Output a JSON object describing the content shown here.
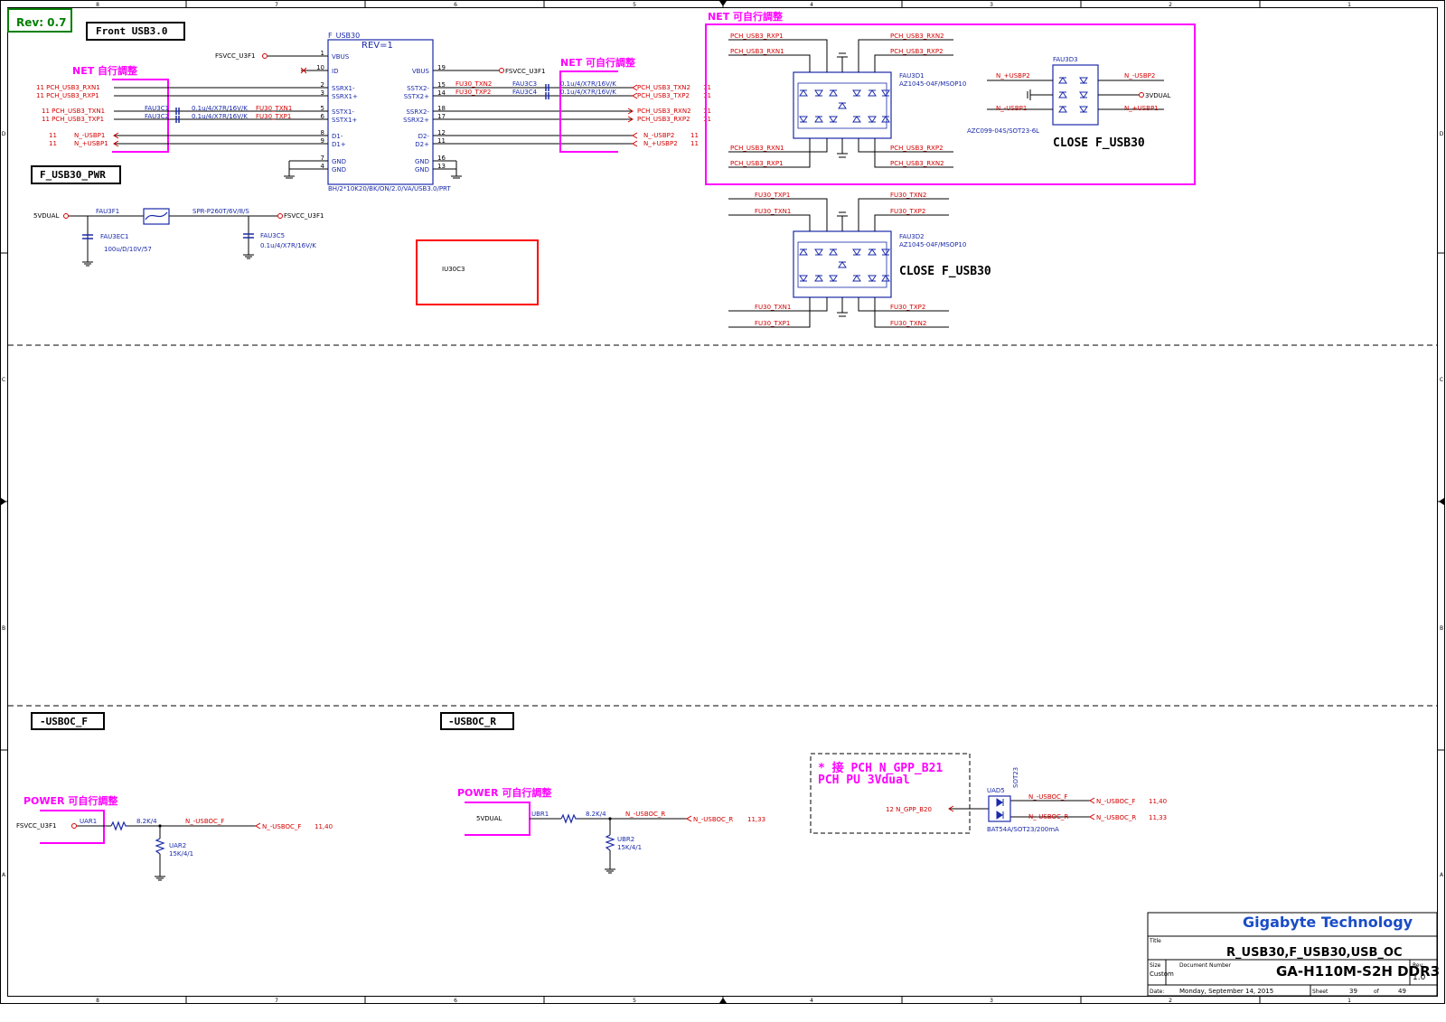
{
  "sheet": {
    "rev": "Rev: 0.7",
    "col_numbers": [
      "8",
      "7",
      "6",
      "5",
      "4",
      "3",
      "2",
      "1"
    ],
    "row_letters": [
      "D",
      "C",
      "B",
      "A"
    ]
  },
  "colors": {
    "net_red": "#d40000",
    "part_blue": "#1a2aa8",
    "magenta": "#ff00ff",
    "black": "#000000",
    "green": "#008000",
    "title_blue": "#1a4cc8"
  },
  "front_usb": {
    "box_title": "Front USB3.0",
    "net_note": "NET 自行調整",
    "conn_ref": "F_USB30",
    "conn_rev": "REV=1",
    "conn_value": "BH/2*10K20/BK/ON/2.0/VA/USB3.0/PRT",
    "vcc_left": "FSVCC_U3F1",
    "vcc_right": "FSVCC_U3F1",
    "left_pins": [
      {
        "num": "1",
        "name": "VBUS"
      },
      {
        "num": "10",
        "name": "ID"
      },
      {
        "num": "2",
        "name": "SSRX1-"
      },
      {
        "num": "3",
        "name": "SSRX1+"
      },
      {
        "num": "5",
        "name": "SSTX1-"
      },
      {
        "num": "6",
        "name": "SSTX1+"
      },
      {
        "num": "8",
        "name": "D1-"
      },
      {
        "num": "9",
        "name": "D1+"
      },
      {
        "num": "7",
        "name": "GND"
      },
      {
        "num": "4",
        "name": "GND"
      }
    ],
    "right_pins": [
      {
        "num": "19",
        "name": "VBUS"
      },
      {
        "num": "15",
        "name": "SSTX2-"
      },
      {
        "num": "14",
        "name": "SSTX2+"
      },
      {
        "num": "18",
        "name": "SSRX2-"
      },
      {
        "num": "17",
        "name": "SSRX2+"
      },
      {
        "num": "12",
        "name": "D2-"
      },
      {
        "num": "11",
        "name": "D2+"
      },
      {
        "num": "16",
        "name": "GND"
      },
      {
        "num": "13",
        "name": "GND"
      }
    ],
    "left_nets": [
      "11  PCH_USB3_RXN1",
      "11  PCH_USB3_RXP1",
      "11  PCH_USB3_TXN1",
      "11  PCH_USB3_TXP1",
      "11",
      "11"
    ],
    "left_usb_nets": [
      "N_-USBP1",
      "N_+USBP1"
    ],
    "left_caps": [
      {
        "ref": "FAU3C1",
        "value": "0.1u/4/X7R/16V/K",
        "net": "FU30_TXN1"
      },
      {
        "ref": "FAU3C2",
        "value": "0.1u/4/X7R/16V/K",
        "net": "FU30_TXP1"
      }
    ],
    "right_net_note": "NET 可自行調整",
    "right_caps": [
      {
        "ref": "FAU3C3",
        "value": "0.1u/4/X7R/16V/K",
        "net_in": "FU30_TXN2",
        "net_out": "PCH_USB3_TXN2",
        "page": "11"
      },
      {
        "ref": "FAU3C4",
        "value": "0.1u/4/X7R/16V/K",
        "net_in": "FU30_TXP2",
        "net_out": "PCH_USB3_TXP2",
        "page": "11"
      }
    ],
    "right_rx_nets": [
      {
        "net": "PCH_USB3_RXN2",
        "page": "11"
      },
      {
        "net": "PCH_USB3_RXP2",
        "page": "11"
      }
    ],
    "right_usb_nets": [
      {
        "net": "N_-USBP2",
        "page": "11"
      },
      {
        "net": "N_+USBP2",
        "page": "11"
      }
    ]
  },
  "pwr": {
    "box_title": "F_USB30_PWR",
    "src": "5VDUAL",
    "fuse_ref": "FAU3F1",
    "fuse_value": "SPR-P260T/6V/8/S",
    "out": "FSVCC_U3F1",
    "c1_ref": "FAU3EC1",
    "c1_value": "100u/D/10V/57",
    "c2_ref": "FAU3C5",
    "c2_value": "0.1u/4/X7R/16V/K"
  },
  "placeholder": {
    "label": "IU30C3"
  },
  "esd_top": {
    "net_note": "NET 可自行調整",
    "ref": "FAU3D1",
    "value": "AZ1045-04F/MSOP10",
    "nets_left_top": [
      "PCH_USB3_RXP1",
      "PCH_USB3_RXN1"
    ],
    "nets_right_top": [
      "PCH_USB3_RXN2",
      "PCH_USB3_RXP2"
    ],
    "nets_left_bot": [
      "PCH_USB3_RXN1",
      "PCH_USB3_RXP1"
    ],
    "nets_right_bot": [
      "PCH_USB3_RXP2",
      "PCH_USB3_RXN2"
    ],
    "d3_ref": "FAU3D3",
    "d3_value": "AZC099-04S/SOT23-6L",
    "d3_nets": [
      "N_+USBP2",
      "N_-USBP1",
      "N_-USBP2",
      "3VDUAL",
      "N_+USBP1"
    ],
    "close_note": "CLOSE F_USB30"
  },
  "esd_bot": {
    "ref": "FAU3D2",
    "value": "AZ1045-04F/MSOP10",
    "nets_left_top": [
      "FU30_TXP1",
      "FU30_TXN1"
    ],
    "nets_right_top": [
      "FU30_TXN2",
      "FU30_TXP2"
    ],
    "nets_left_bot": [
      "FU30_TXN1",
      "FU30_TXP1"
    ],
    "nets_right_bot": [
      "FU30_TXP2",
      "FU30_TXN2"
    ],
    "close_note": "CLOSE F_USB30"
  },
  "usboc_f": {
    "box_title": "-USBOC_F",
    "note": "POWER 可自行調整",
    "vcc": "FSVCC_U3F1",
    "r1_ref": "UAR1",
    "r1_value": "8.2K/4",
    "net": "N_-USBOC_F",
    "r2_ref": "UAR2",
    "r2_value": "15K/4/1",
    "out": "N_-USBOC_F",
    "pages": "11,40"
  },
  "usboc_r": {
    "box_title": "-USBOC_R",
    "note": "POWER 可自行調整",
    "vcc": "5VDUAL",
    "r1_ref": "UBR1",
    "r1_value": "8.2K/4",
    "net": "N_-USBOC_R",
    "r2_ref": "UBR2",
    "r2_value": "15K/4/1",
    "out": "N_-USBOC_R",
    "pages": "11,33"
  },
  "diode_block": {
    "note1": "* 接 PCH N_GPP_B21",
    "note2": "PCH PU 3Vdual",
    "in_net": "12  N_GPP_B20",
    "ref": "UAD5",
    "pkg": "SOT23",
    "value": "BAT54A/SOT23/200mA",
    "out1_net": "N_-USBOC_F",
    "out1_pages": "11,40",
    "out2_net": "N_-USBOC_R",
    "out2_pages": "11,33"
  },
  "title_block": {
    "company": "Gigabyte Technology",
    "title_label": "Title",
    "title": "R_USB30,F_USB30,USB_OC",
    "size_label": "Size",
    "size": "Custom",
    "docnum_label": "Document Number",
    "doc": "GA-H110M-S2H DDR3",
    "rev_label": "Rev",
    "rev": "1.0",
    "date_label": "Date:",
    "date": "Monday, September 14, 2015",
    "sheet_label": "Sheet",
    "sheet": "39",
    "of_label": "of",
    "of": "49"
  }
}
